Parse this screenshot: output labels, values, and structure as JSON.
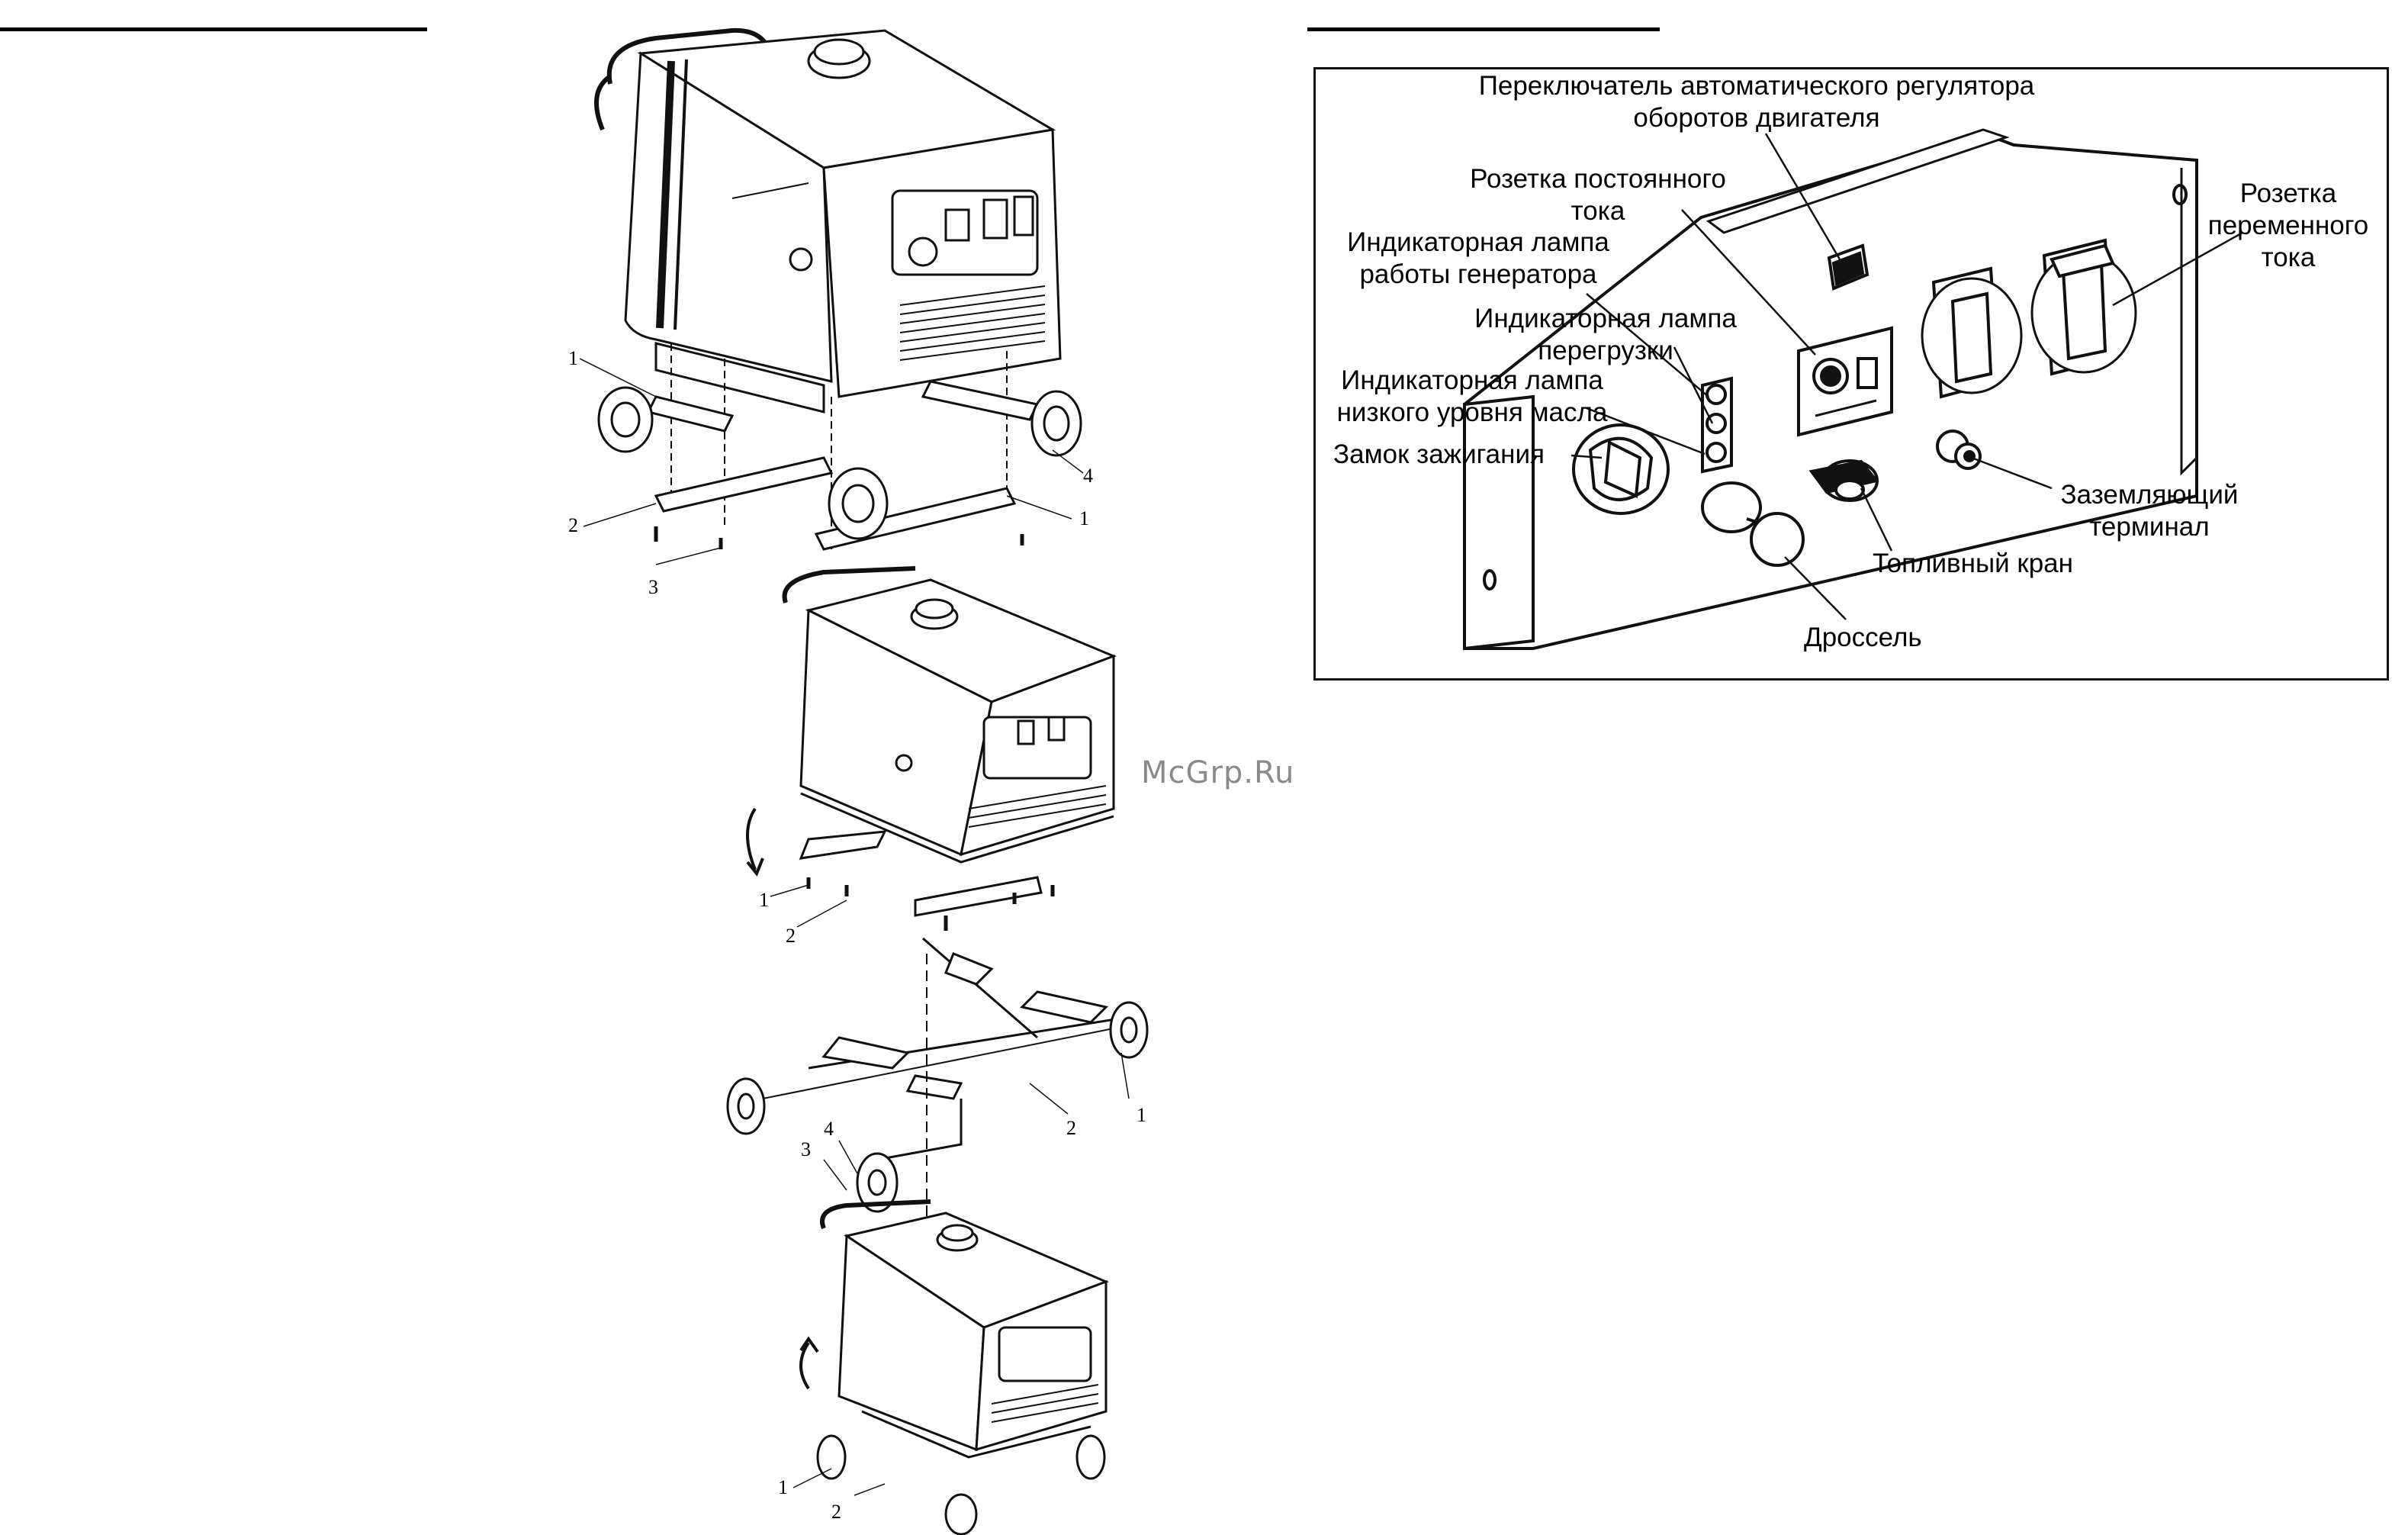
{
  "watermark": "McGrp.Ru",
  "assembly": {
    "fig1_callouts": [
      "1",
      "2",
      "3",
      "4",
      "1"
    ],
    "fig2_callouts": [
      "1",
      "2"
    ],
    "fig3_callouts": [
      "2",
      "1",
      "3",
      "4"
    ],
    "fig4_callouts": [
      "1",
      "2"
    ]
  },
  "control_panel": {
    "labels": {
      "eco_switch_line1": "Переключатель автоматического регулятора",
      "eco_switch_line2": "оборотов двигателя",
      "dc_socket_line1": "Розетка постоянного",
      "dc_socket_line2": "тока",
      "run_lamp_line1": "Индикаторная лампа",
      "run_lamp_line2": "работы генератора",
      "overload_lamp_line1": "Индикаторная лампа",
      "overload_lamp_line2": "перегрузки",
      "oil_lamp_line1": "Индикаторная лампа",
      "oil_lamp_line2": "низкого уровня масла",
      "ignition": "Замок зажигания",
      "ac_socket_line1": "Розетка",
      "ac_socket_line2": "переменного",
      "ac_socket_line3": "тока",
      "ground_line1": "Заземляющий",
      "ground_line2": "терминал",
      "fuel_valve": "Топливный кран",
      "choke": "Дроссель"
    }
  }
}
